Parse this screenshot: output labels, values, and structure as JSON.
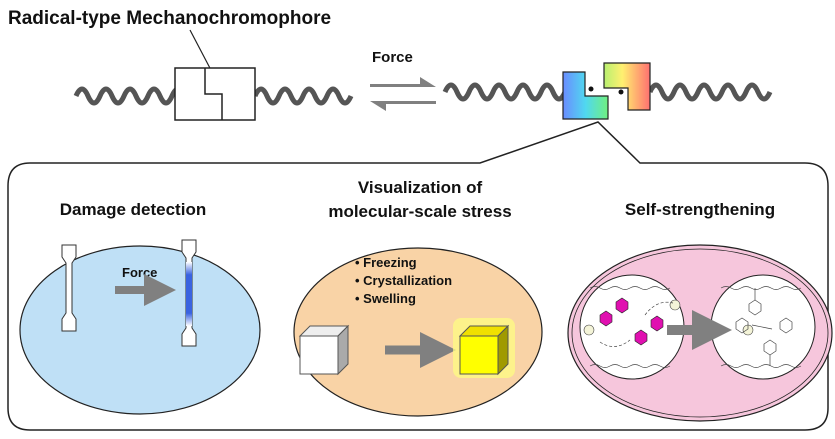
{
  "title": "Radical-type Mechanochromophore",
  "force_label": "Force",
  "panels": [
    {
      "heading": [
        "Damage detection"
      ],
      "force_label": "Force",
      "color": "#bfe0f6"
    },
    {
      "heading": [
        "Visualization of",
        "molecular-scale stress"
      ],
      "bullets": [
        "Freezing",
        "Crystallization",
        "Swelling"
      ],
      "color": "#f9d3a6"
    },
    {
      "heading": [
        "Self-strengthening"
      ],
      "color": "#f6c6dc"
    }
  ],
  "colors": {
    "chain": "#555555",
    "arrow": "#808080",
    "sample_blue": "#3a63e0",
    "cube_yellow": "#ffff00",
    "hexagon": "#e010b0"
  }
}
